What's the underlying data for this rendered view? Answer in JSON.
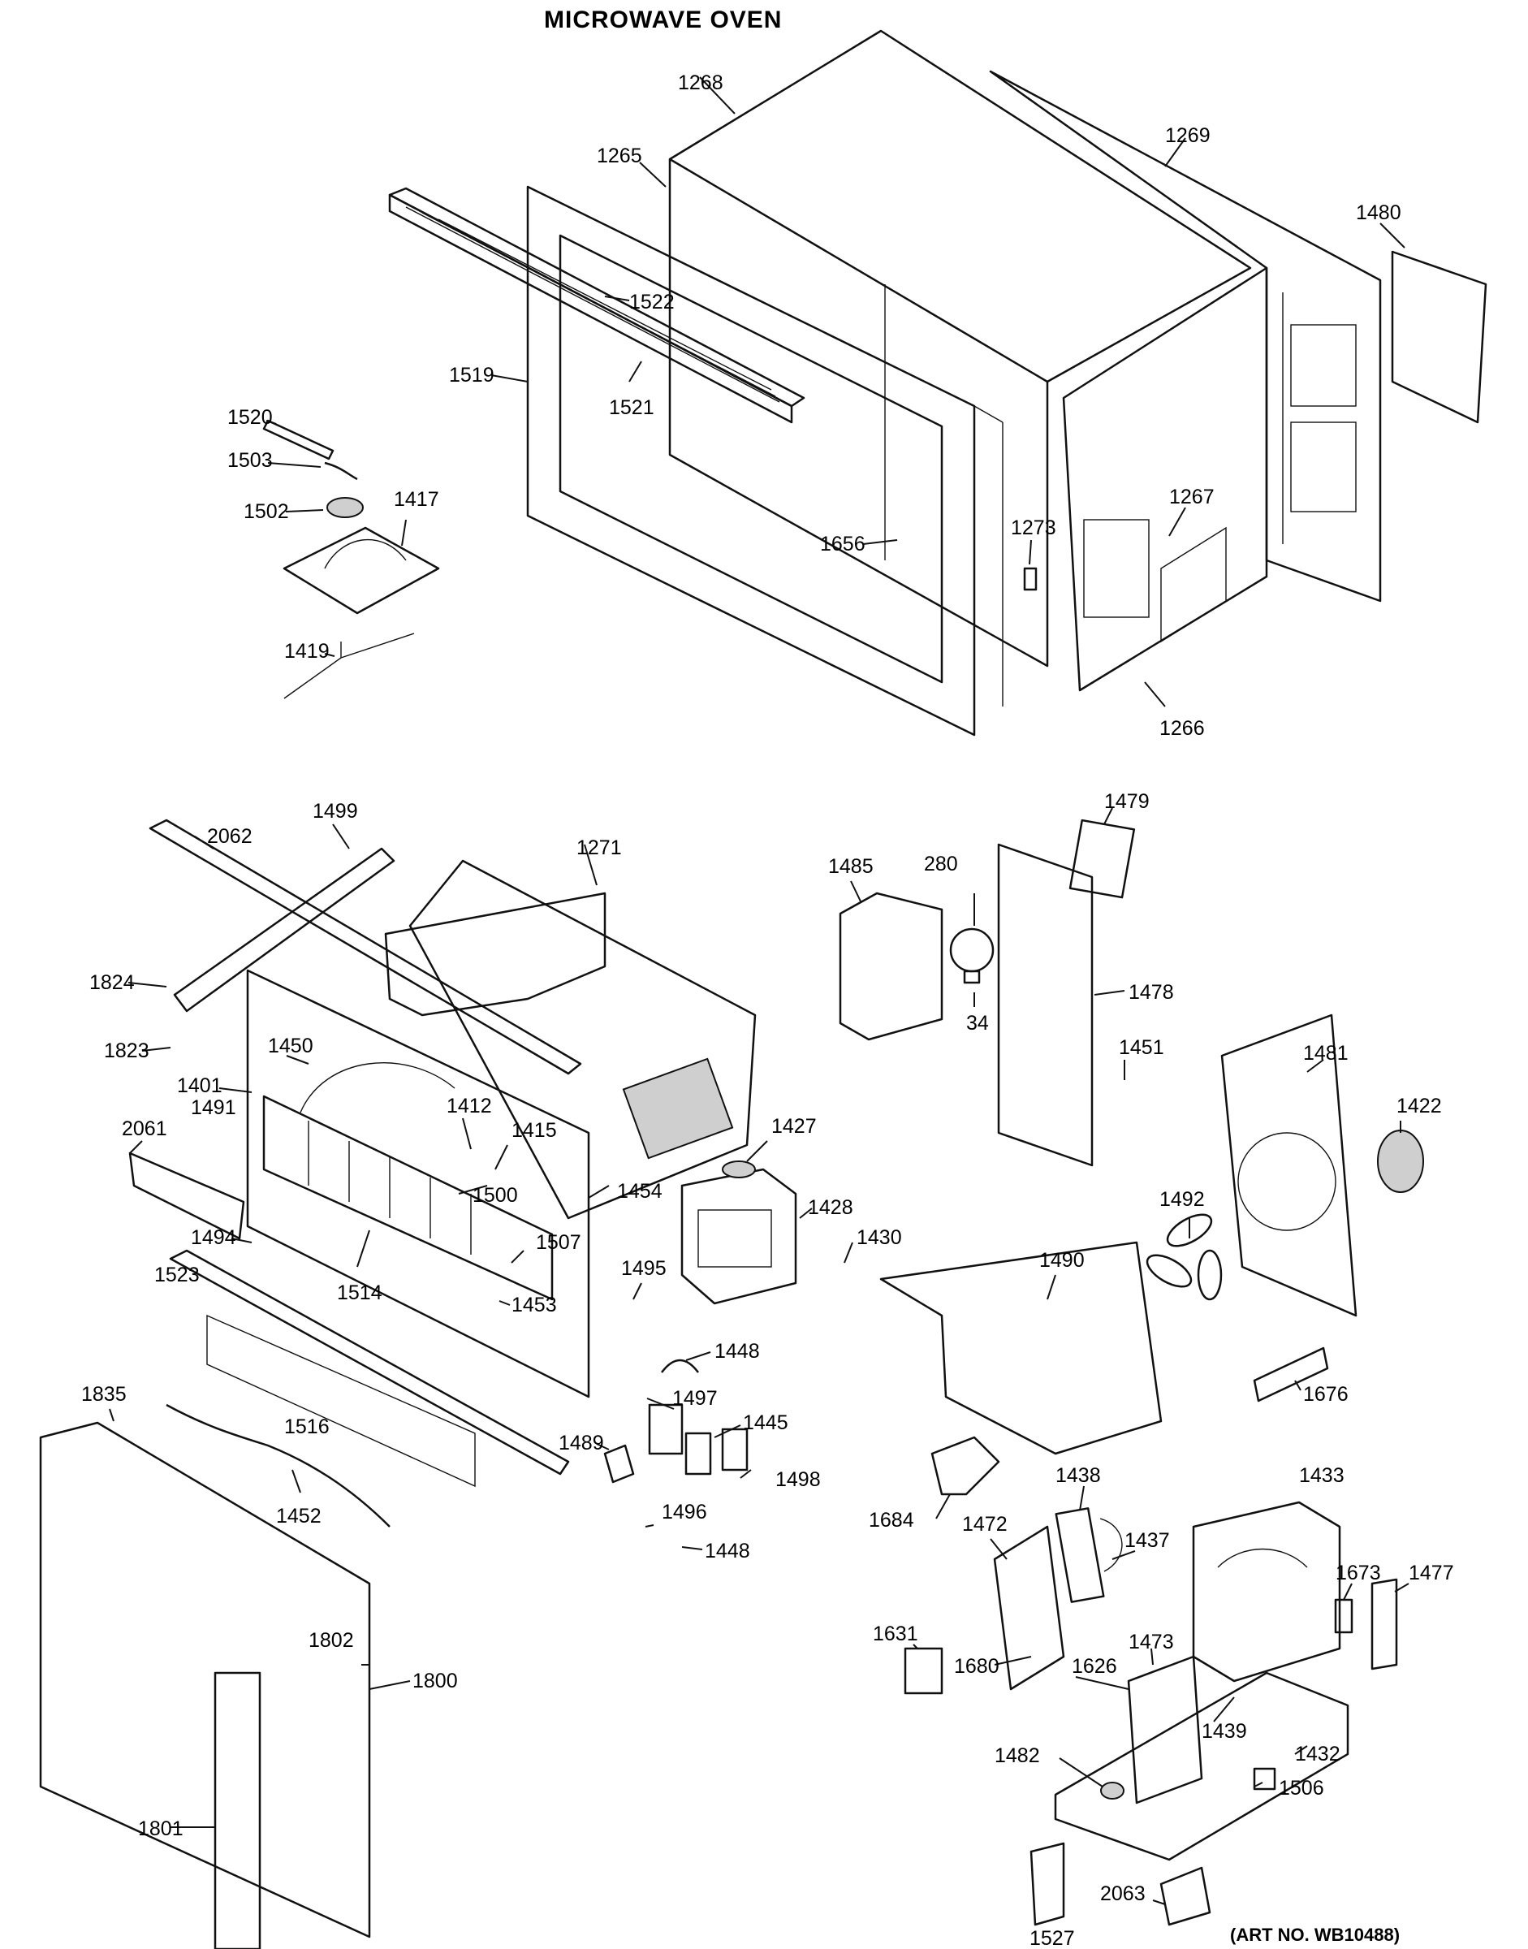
{
  "title": "MICROWAVE OVEN",
  "art_number": "(ART NO. WB10488)",
  "callouts": [
    {
      "id": "1268"
    },
    {
      "id": "1269"
    },
    {
      "id": "1265"
    },
    {
      "id": "1480"
    },
    {
      "id": "1522"
    },
    {
      "id": "1519"
    },
    {
      "id": "1521"
    },
    {
      "id": "1520"
    },
    {
      "id": "1503"
    },
    {
      "id": "1502"
    },
    {
      "id": "1417"
    },
    {
      "id": "1267"
    },
    {
      "id": "1273"
    },
    {
      "id": "1656"
    },
    {
      "id": "1419"
    },
    {
      "id": "1266"
    },
    {
      "id": "1499"
    },
    {
      "id": "2062"
    },
    {
      "id": "1271"
    },
    {
      "id": "280"
    },
    {
      "id": "1479"
    },
    {
      "id": "1485"
    },
    {
      "id": "1478"
    },
    {
      "id": "34"
    },
    {
      "id": "1824"
    },
    {
      "id": "1823"
    },
    {
      "id": "1450"
    },
    {
      "id": "1401"
    },
    {
      "id": "1451"
    },
    {
      "id": "1481"
    },
    {
      "id": "1491"
    },
    {
      "id": "2061"
    },
    {
      "id": "1412"
    },
    {
      "id": "1415"
    },
    {
      "id": "1427"
    },
    {
      "id": "1422"
    },
    {
      "id": "1500"
    },
    {
      "id": "1454"
    },
    {
      "id": "1428"
    },
    {
      "id": "1492"
    },
    {
      "id": "1494"
    },
    {
      "id": "1507"
    },
    {
      "id": "1430"
    },
    {
      "id": "1490"
    },
    {
      "id": "1495"
    },
    {
      "id": "1523"
    },
    {
      "id": "1514"
    },
    {
      "id": "1453"
    },
    {
      "id": "1448"
    },
    {
      "id": "1676"
    },
    {
      "id": "1835"
    },
    {
      "id": "1516"
    },
    {
      "id": "1497"
    },
    {
      "id": "1445"
    },
    {
      "id": "1489"
    },
    {
      "id": "1498"
    },
    {
      "id": "1452"
    },
    {
      "id": "1684"
    },
    {
      "id": "1438"
    },
    {
      "id": "1433"
    },
    {
      "id": "1496"
    },
    {
      "id": "1448"
    },
    {
      "id": "1472"
    },
    {
      "id": "1437"
    },
    {
      "id": "1673"
    },
    {
      "id": "1477"
    },
    {
      "id": "1631"
    },
    {
      "id": "1473"
    },
    {
      "id": "1802"
    },
    {
      "id": "1800"
    },
    {
      "id": "1680"
    },
    {
      "id": "1626"
    },
    {
      "id": "1439"
    },
    {
      "id": "1482"
    },
    {
      "id": "1432"
    },
    {
      "id": "1506"
    },
    {
      "id": "1801"
    },
    {
      "id": "2063"
    },
    {
      "id": "1527"
    }
  ]
}
